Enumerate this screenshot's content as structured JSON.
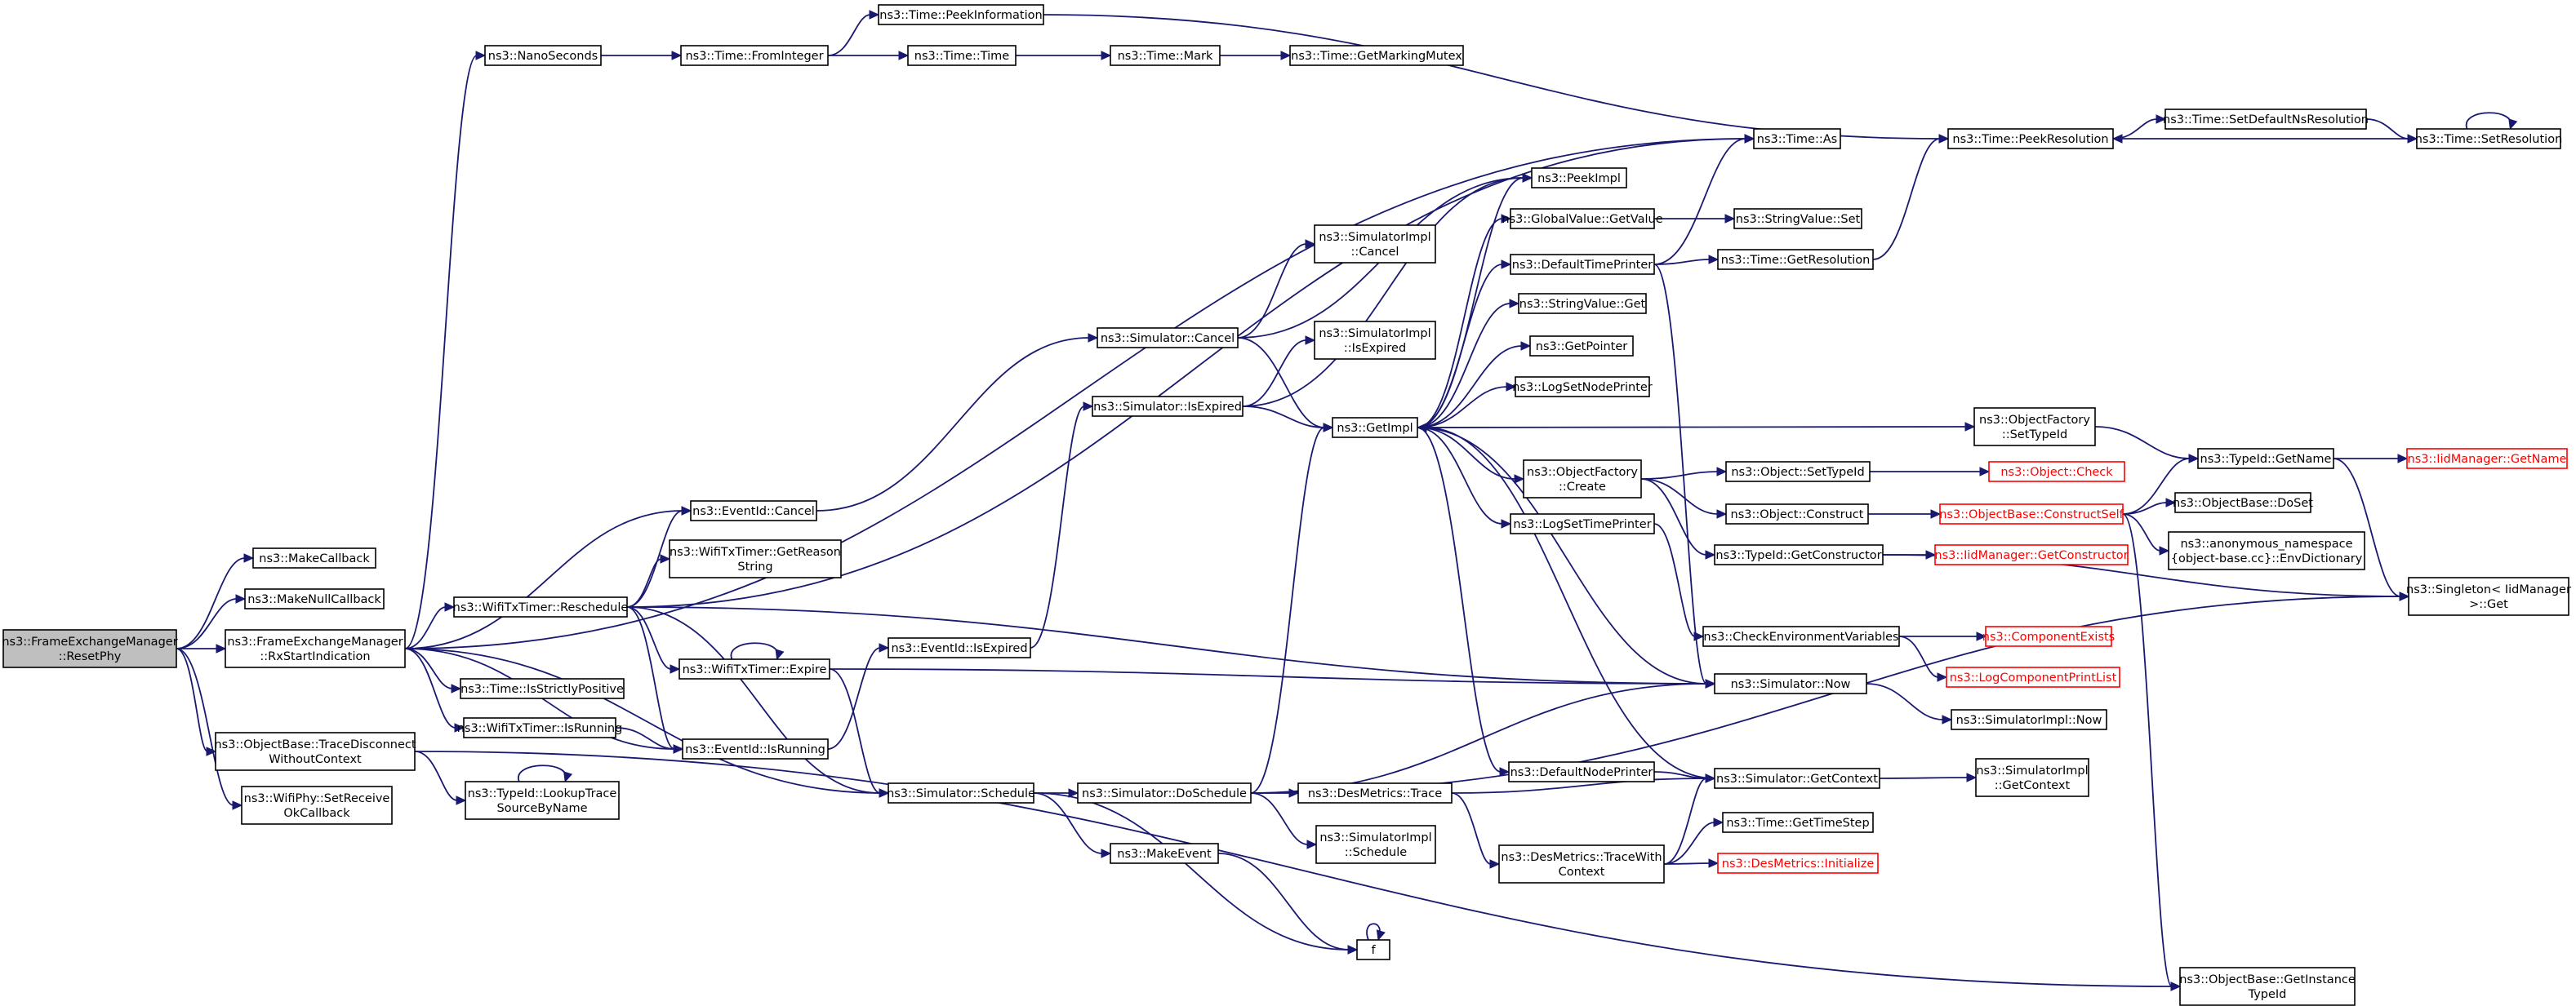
{
  "graph": {
    "nodes": [
      {
        "id": "root",
        "lines": [
          "ns3::FrameExchangeManager",
          "::ResetPhy"
        ],
        "style": "root"
      },
      {
        "id": "makeCallback",
        "lines": [
          "ns3::MakeCallback"
        ]
      },
      {
        "id": "makeNullCallback",
        "lines": [
          "ns3::MakeNullCallback"
        ]
      },
      {
        "id": "rxStart",
        "lines": [
          "ns3::FrameExchangeManager",
          "::RxStartIndication"
        ]
      },
      {
        "id": "traceDisconnect",
        "lines": [
          "ns3::ObjectBase::TraceDisconnect",
          "WithoutContext"
        ]
      },
      {
        "id": "setReceiveOk",
        "lines": [
          "ns3::WifiPhy::SetReceive",
          "OkCallback"
        ]
      },
      {
        "id": "nanoSeconds",
        "lines": [
          "ns3::NanoSeconds"
        ]
      },
      {
        "id": "reschedule",
        "lines": [
          "ns3::WifiTxTimer::Reschedule"
        ]
      },
      {
        "id": "isStrictlyPositive",
        "lines": [
          "ns3::Time::IsStrictlyPositive"
        ]
      },
      {
        "id": "isRunningTimer",
        "lines": [
          "ns3::WifiTxTimer::IsRunning"
        ]
      },
      {
        "id": "lookupTrace",
        "lines": [
          "ns3::TypeId::LookupTrace",
          "SourceByName"
        ]
      },
      {
        "id": "fromInteger",
        "lines": [
          "ns3::Time::FromInteger"
        ]
      },
      {
        "id": "eventCancel",
        "lines": [
          "ns3::EventId::Cancel"
        ]
      },
      {
        "id": "getReasonString",
        "lines": [
          "ns3::WifiTxTimer::GetReason",
          "String"
        ]
      },
      {
        "id": "expire",
        "lines": [
          "ns3::WifiTxTimer::Expire"
        ]
      },
      {
        "id": "eventIsRunning",
        "lines": [
          "ns3::EventId::IsRunning"
        ]
      },
      {
        "id": "peekInformation",
        "lines": [
          "ns3::Time::PeekInformation"
        ]
      },
      {
        "id": "timeTime",
        "lines": [
          "ns3::Time::Time"
        ]
      },
      {
        "id": "eventIsExpired",
        "lines": [
          "ns3::EventId::IsExpired"
        ]
      },
      {
        "id": "schedule",
        "lines": [
          "ns3::Simulator::Schedule"
        ]
      },
      {
        "id": "simCancel",
        "lines": [
          "ns3::Simulator::Cancel"
        ]
      },
      {
        "id": "simIsExpired",
        "lines": [
          "ns3::Simulator::IsExpired"
        ]
      },
      {
        "id": "doSchedule",
        "lines": [
          "ns3::Simulator::DoSchedule"
        ]
      },
      {
        "id": "makeEvent",
        "lines": [
          "ns3::MakeEvent"
        ]
      },
      {
        "id": "timeMark",
        "lines": [
          "ns3::Time::Mark"
        ]
      },
      {
        "id": "implCancel",
        "lines": [
          "ns3::SimulatorImpl",
          "::Cancel"
        ]
      },
      {
        "id": "implIsExpired",
        "lines": [
          "ns3::SimulatorImpl",
          "::IsExpired"
        ]
      },
      {
        "id": "getImpl",
        "lines": [
          "ns3::GetImpl"
        ]
      },
      {
        "id": "desTrace",
        "lines": [
          "ns3::DesMetrics::Trace"
        ]
      },
      {
        "id": "implSchedule",
        "lines": [
          "ns3::SimulatorImpl",
          "::Schedule"
        ]
      },
      {
        "id": "f",
        "lines": [
          "f"
        ]
      },
      {
        "id": "getMarkingMutex",
        "lines": [
          "ns3::Time::GetMarkingMutex"
        ]
      },
      {
        "id": "peekImpl",
        "lines": [
          "ns3::PeekImpl"
        ]
      },
      {
        "id": "globalGetValue",
        "lines": [
          "ns3::GlobalValue::GetValue"
        ]
      },
      {
        "id": "defaultTimePrinter",
        "lines": [
          "ns3::DefaultTimePrinter"
        ]
      },
      {
        "id": "stringValueGet",
        "lines": [
          "ns3::StringValue::Get"
        ]
      },
      {
        "id": "getPointer",
        "lines": [
          "ns3::GetPointer"
        ]
      },
      {
        "id": "logSetNodePrinter",
        "lines": [
          "ns3::LogSetNodePrinter"
        ]
      },
      {
        "id": "factoryCreate",
        "lines": [
          "ns3::ObjectFactory",
          "::Create"
        ]
      },
      {
        "id": "logSetTimePrinter",
        "lines": [
          "ns3::LogSetTimePrinter"
        ]
      },
      {
        "id": "defaultNodePrinter",
        "lines": [
          "ns3::DefaultNodePrinter"
        ]
      },
      {
        "id": "traceWithContext",
        "lines": [
          "ns3::DesMetrics::TraceWith",
          "Context"
        ]
      },
      {
        "id": "timeAs",
        "lines": [
          "ns3::Time::As"
        ]
      },
      {
        "id": "stringValueSet",
        "lines": [
          "ns3::StringValue::Set"
        ]
      },
      {
        "id": "getResolution",
        "lines": [
          "ns3::Time::GetResolution"
        ]
      },
      {
        "id": "objectSetTypeId",
        "lines": [
          "ns3::Object::SetTypeId"
        ]
      },
      {
        "id": "objectConstruct",
        "lines": [
          "ns3::Object::Construct"
        ]
      },
      {
        "id": "getConstructor",
        "lines": [
          "ns3::TypeId::GetConstructor"
        ]
      },
      {
        "id": "checkEnv",
        "lines": [
          "ns3::CheckEnvironmentVariables"
        ]
      },
      {
        "id": "simNow",
        "lines": [
          "ns3::Simulator::Now"
        ]
      },
      {
        "id": "getContext",
        "lines": [
          "ns3::Simulator::GetContext"
        ]
      },
      {
        "id": "getTimeStep",
        "lines": [
          "ns3::Time::GetTimeStep"
        ]
      },
      {
        "id": "desInitialize",
        "lines": [
          "ns3::DesMetrics::Initialize"
        ],
        "style": "red"
      },
      {
        "id": "peekResolution",
        "lines": [
          "ns3::Time::PeekResolution"
        ]
      },
      {
        "id": "factorySetTypeId",
        "lines": [
          "ns3::ObjectFactory",
          "::SetTypeId"
        ]
      },
      {
        "id": "objectCheck",
        "lines": [
          "ns3::Object::Check"
        ],
        "style": "red"
      },
      {
        "id": "constructSelf",
        "lines": [
          "ns3::ObjectBase::ConstructSelf"
        ],
        "style": "red"
      },
      {
        "id": "iidGetConstructor",
        "lines": [
          "ns3::IidManager::GetConstructor"
        ],
        "style": "red"
      },
      {
        "id": "componentExists",
        "lines": [
          "ns3::ComponentExists"
        ],
        "style": "red"
      },
      {
        "id": "logComponentPrintList",
        "lines": [
          "ns3::LogComponentPrintList"
        ],
        "style": "red"
      },
      {
        "id": "implNow",
        "lines": [
          "ns3::SimulatorImpl::Now"
        ]
      },
      {
        "id": "implGetContext",
        "lines": [
          "ns3::SimulatorImpl",
          "::GetContext"
        ]
      },
      {
        "id": "setDefaultNsResolution",
        "lines": [
          "ns3::Time::SetDefaultNsResolution"
        ]
      },
      {
        "id": "typeIdGetName",
        "lines": [
          "ns3::TypeId::GetName"
        ]
      },
      {
        "id": "objectBaseDoSet",
        "lines": [
          "ns3::ObjectBase::DoSet"
        ]
      },
      {
        "id": "envDictionary",
        "lines": [
          "ns3::anonymous_namespace",
          "{object-base.cc}::EnvDictionary"
        ]
      },
      {
        "id": "getInstanceTypeId",
        "lines": [
          "ns3::ObjectBase::GetInstance",
          "TypeId"
        ]
      },
      {
        "id": "setResolution",
        "lines": [
          "ns3::Time::SetResolution"
        ]
      },
      {
        "id": "iidGetName",
        "lines": [
          "ns3::IidManager::GetName"
        ],
        "style": "red"
      },
      {
        "id": "singletonGet",
        "lines": [
          "ns3::Singleton< IidManager",
          ">::Get"
        ]
      }
    ],
    "edges": [
      [
        "root",
        "makeCallback"
      ],
      [
        "root",
        "makeNullCallback"
      ],
      [
        "root",
        "rxStart"
      ],
      [
        "root",
        "traceDisconnect"
      ],
      [
        "root",
        "setReceiveOk"
      ],
      [
        "rxStart",
        "nanoSeconds"
      ],
      [
        "rxStart",
        "timeAs"
      ],
      [
        "rxStart",
        "eventCancel"
      ],
      [
        "rxStart",
        "reschedule"
      ],
      [
        "rxStart",
        "isStrictlyPositive"
      ],
      [
        "rxStart",
        "isRunningTimer"
      ],
      [
        "rxStart",
        "eventIsRunning"
      ],
      [
        "rxStart",
        "schedule"
      ],
      [
        "traceDisconnect",
        "lookupTrace"
      ],
      [
        "traceDisconnect",
        "getInstanceTypeId"
      ],
      [
        "lookupTrace",
        "lookupTrace"
      ],
      [
        "nanoSeconds",
        "fromInteger"
      ],
      [
        "fromInteger",
        "peekInformation"
      ],
      [
        "fromInteger",
        "timeTime"
      ],
      [
        "peekInformation",
        "peekResolution"
      ],
      [
        "timeTime",
        "timeMark"
      ],
      [
        "timeMark",
        "getMarkingMutex"
      ],
      [
        "reschedule",
        "timeAs"
      ],
      [
        "reschedule",
        "eventCancel"
      ],
      [
        "reschedule",
        "getReasonString"
      ],
      [
        "reschedule",
        "expire"
      ],
      [
        "reschedule",
        "simNow"
      ],
      [
        "reschedule",
        "eventIsRunning"
      ],
      [
        "reschedule",
        "schedule"
      ],
      [
        "expire",
        "expire"
      ],
      [
        "expire",
        "simNow"
      ],
      [
        "expire",
        "schedule"
      ],
      [
        "isRunningTimer",
        "eventIsRunning"
      ],
      [
        "eventCancel",
        "simCancel"
      ],
      [
        "eventIsRunning",
        "eventIsExpired"
      ],
      [
        "eventIsExpired",
        "simIsExpired"
      ],
      [
        "simCancel",
        "implCancel"
      ],
      [
        "simCancel",
        "getImpl"
      ],
      [
        "simCancel",
        "peekImpl"
      ],
      [
        "simIsExpired",
        "implIsExpired"
      ],
      [
        "simIsExpired",
        "getImpl"
      ],
      [
        "simIsExpired",
        "peekImpl"
      ],
      [
        "schedule",
        "doSchedule"
      ],
      [
        "schedule",
        "makeEvent"
      ],
      [
        "schedule",
        "f"
      ],
      [
        "doSchedule",
        "getImpl"
      ],
      [
        "doSchedule",
        "simNow"
      ],
      [
        "doSchedule",
        "desTrace"
      ],
      [
        "doSchedule",
        "implSchedule"
      ],
      [
        "doSchedule",
        "singletonGet"
      ],
      [
        "makeEvent",
        "f"
      ],
      [
        "f",
        "f"
      ],
      [
        "desTrace",
        "getContext"
      ],
      [
        "desTrace",
        "traceWithContext"
      ],
      [
        "traceWithContext",
        "getContext"
      ],
      [
        "traceWithContext",
        "getTimeStep"
      ],
      [
        "traceWithContext",
        "desInitialize"
      ],
      [
        "getImpl",
        "peekImpl"
      ],
      [
        "getImpl",
        "globalGetValue"
      ],
      [
        "getImpl",
        "defaultTimePrinter"
      ],
      [
        "getImpl",
        "stringValueGet"
      ],
      [
        "getImpl",
        "getPointer"
      ],
      [
        "getImpl",
        "logSetNodePrinter"
      ],
      [
        "getImpl",
        "factorySetTypeId"
      ],
      [
        "getImpl",
        "factoryCreate"
      ],
      [
        "getImpl",
        "logSetTimePrinter"
      ],
      [
        "getImpl",
        "defaultNodePrinter"
      ],
      [
        "getImpl",
        "simNow"
      ],
      [
        "globalGetValue",
        "stringValueSet"
      ],
      [
        "defaultTimePrinter",
        "timeAs"
      ],
      [
        "defaultTimePrinter",
        "getResolution"
      ],
      [
        "defaultTimePrinter",
        "simNow"
      ],
      [
        "getResolution",
        "peekResolution"
      ],
      [
        "factoryCreate",
        "objectSetTypeId"
      ],
      [
        "factoryCreate",
        "objectConstruct"
      ],
      [
        "factoryCreate",
        "getConstructor"
      ],
      [
        "objectSetTypeId",
        "objectCheck"
      ],
      [
        "objectConstruct",
        "constructSelf"
      ],
      [
        "constructSelf",
        "typeIdGetName"
      ],
      [
        "constructSelf",
        "objectBaseDoSet"
      ],
      [
        "constructSelf",
        "envDictionary"
      ],
      [
        "constructSelf",
        "getInstanceTypeId"
      ],
      [
        "getConstructor",
        "iidGetConstructor"
      ],
      [
        "getConstructor",
        "singletonGet"
      ],
      [
        "factorySetTypeId",
        "typeIdGetName"
      ],
      [
        "typeIdGetName",
        "iidGetName"
      ],
      [
        "typeIdGetName",
        "singletonGet"
      ],
      [
        "logSetTimePrinter",
        "checkEnv"
      ],
      [
        "checkEnv",
        "componentExists"
      ],
      [
        "checkEnv",
        "logComponentPrintList"
      ],
      [
        "simNow",
        "implNow"
      ],
      [
        "defaultNodePrinter",
        "getContext"
      ],
      [
        "getContext",
        "getImpl"
      ],
      [
        "getContext",
        "implGetContext"
      ],
      [
        "peekResolution",
        "setDefaultNsResolution"
      ],
      [
        "setDefaultNsResolution",
        "setResolution"
      ],
      [
        "setResolution",
        "peekResolution"
      ],
      [
        "setResolution",
        "setResolution"
      ]
    ]
  }
}
